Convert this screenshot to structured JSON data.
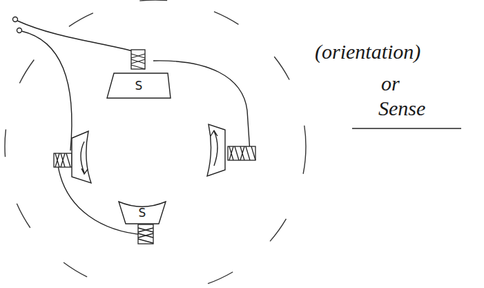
{
  "diagram": {
    "nodes": [
      {
        "text": [
          "S"
        ]
      },
      {
        "text": [
          "S"
        ]
      }
    ],
    "labels": [
      "(orientation)",
      "or",
      "Sense"
    ]
  }
}
